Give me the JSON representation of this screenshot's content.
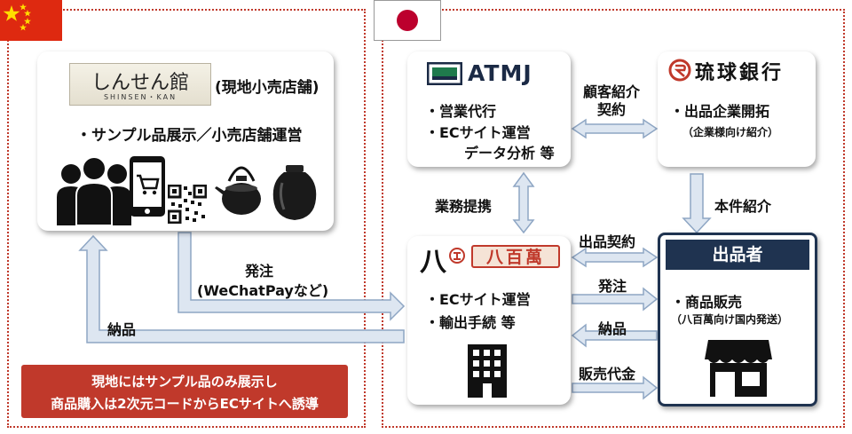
{
  "china_region": {
    "flag_name": "china-flag",
    "shop_logo": {
      "main": "しんせん館",
      "sub": "SHINSEN・KAN"
    },
    "shop_type": "(現地小売店舗)",
    "shop_desc": "・サンプル品展示／小売店舗運営",
    "notice": {
      "line1": "現地にはサンプル品のみ展示し",
      "line2": "商品購入は2次元コードからECサイトへ誘導"
    }
  },
  "japan_region": {
    "flag_name": "japan-flag",
    "atmj": {
      "logo": "ATMJ",
      "line1": "・営業代行",
      "line2": "・ECサイト運営",
      "line3": "データ分析 等"
    },
    "bank": {
      "logo": "琉球銀行",
      "line1": "・出品企業開拓",
      "line2": "（企業様向け紹介）"
    },
    "happyakuman": {
      "logo_glyph": "八",
      "logo": "八百萬",
      "line1": "・ECサイト運営",
      "line2": "・輸出手続 等"
    },
    "seller": {
      "header": "出品者",
      "line1": "・商品販売",
      "line2": "（八百萬向け国内発送）"
    }
  },
  "flows": {
    "order_to_shop_1": "発注",
    "order_to_shop_2": "(WeChatPayなど)",
    "delivery_to_shop": "納品",
    "client_intro_1": "顧客紹介",
    "client_intro_2": "契約",
    "business_tieup": "業務提携",
    "case_intro": "本件紹介",
    "listing_contract": "出品契約",
    "order": "発注",
    "delivery": "納品",
    "sales_proceeds": "販売代金"
  },
  "colors": {
    "region_border": "#c0392b",
    "notice_bg": "#c0392b",
    "seller_header_bg": "#1f3350",
    "arrow_fill": "#dde6f1",
    "arrow_stroke": "#8ea6c4",
    "atmj_logo": "#1b2a45",
    "bank_logo": "#c0392b",
    "happyakuman_logo": "#c0392b"
  }
}
